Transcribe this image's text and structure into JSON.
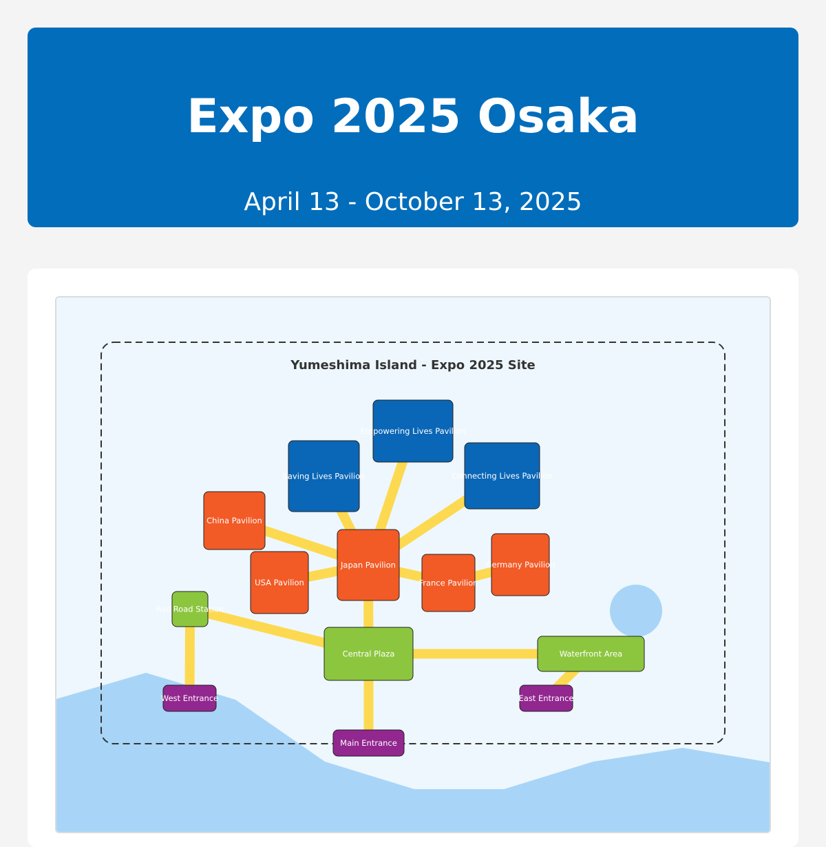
{
  "header": {
    "title": "Expo 2025 Osaka",
    "dates": "April 13 - October 13, 2025"
  },
  "map": {
    "site_title": "Yumeshima Island - Expo 2025 Site",
    "colors": {
      "theme_pavilion": "#0a66b6",
      "national_pavilion": "#f25a26",
      "area": "#8cc63f",
      "entrance": "#92278f",
      "path": "#fcd950",
      "water": "#a8d5f7",
      "background": "#eef7fd"
    },
    "nodes": [
      {
        "id": "empowering",
        "label": "Empowering Lives Pavilion",
        "category": "theme_pavilion"
      },
      {
        "id": "saving",
        "label": "Saving Lives Pavilion",
        "category": "theme_pavilion"
      },
      {
        "id": "connecting",
        "label": "Connecting Lives Pavilion",
        "category": "theme_pavilion"
      },
      {
        "id": "china",
        "label": "China Pavilion",
        "category": "national_pavilion"
      },
      {
        "id": "japan",
        "label": "Japan Pavilion",
        "category": "national_pavilion"
      },
      {
        "id": "usa",
        "label": "USA Pavilion",
        "category": "national_pavilion"
      },
      {
        "id": "france",
        "label": "France Pavilion",
        "category": "national_pavilion"
      },
      {
        "id": "germany",
        "label": "Germany Pavilion",
        "category": "national_pavilion"
      },
      {
        "id": "rail",
        "label": "Rail Road Station",
        "category": "area"
      },
      {
        "id": "plaza",
        "label": "Central Plaza",
        "category": "area"
      },
      {
        "id": "waterfront",
        "label": "Waterfront Area",
        "category": "area"
      },
      {
        "id": "west",
        "label": "West Entrance",
        "category": "entrance"
      },
      {
        "id": "east",
        "label": "East Entrance",
        "category": "entrance"
      },
      {
        "id": "main",
        "label": "Main Entrance",
        "category": "entrance"
      }
    ],
    "edges": [
      [
        "japan",
        "empowering"
      ],
      [
        "japan",
        "saving"
      ],
      [
        "japan",
        "connecting"
      ],
      [
        "japan",
        "china"
      ],
      [
        "japan",
        "usa"
      ],
      [
        "japan",
        "france"
      ],
      [
        "france",
        "germany"
      ],
      [
        "japan",
        "plaza"
      ],
      [
        "plaza",
        "rail"
      ],
      [
        "plaza",
        "waterfront"
      ],
      [
        "plaza",
        "main"
      ],
      [
        "rail",
        "west"
      ],
      [
        "waterfront",
        "east"
      ]
    ]
  }
}
